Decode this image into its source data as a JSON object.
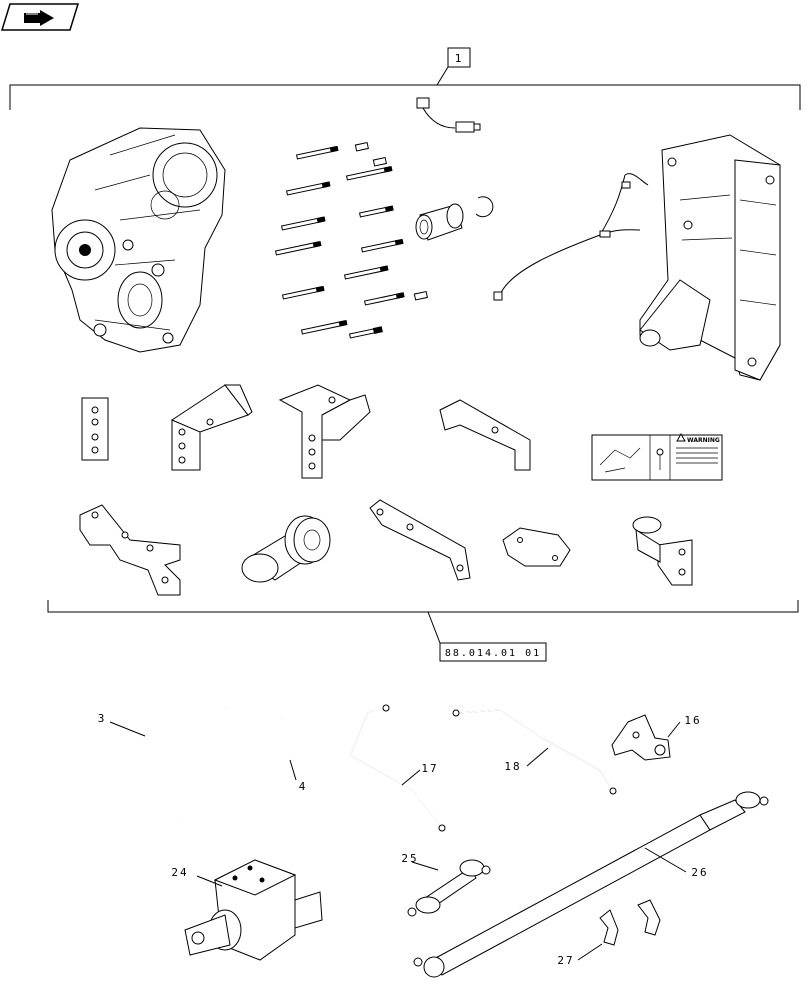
{
  "nav_icon": "page-flip-icon",
  "group_callout": "1",
  "reference_label": "88.014.01 01",
  "decal_warning_text": "WARNING",
  "callouts": [
    {
      "id": "3",
      "label": "3"
    },
    {
      "id": "4",
      "label": "4"
    },
    {
      "id": "16",
      "label": "16"
    },
    {
      "id": "17",
      "label": "17"
    },
    {
      "id": "18",
      "label": "18"
    },
    {
      "id": "24",
      "label": "24"
    },
    {
      "id": "25",
      "label": "25"
    },
    {
      "id": "26",
      "label": "26"
    },
    {
      "id": "27",
      "label": "27"
    }
  ]
}
